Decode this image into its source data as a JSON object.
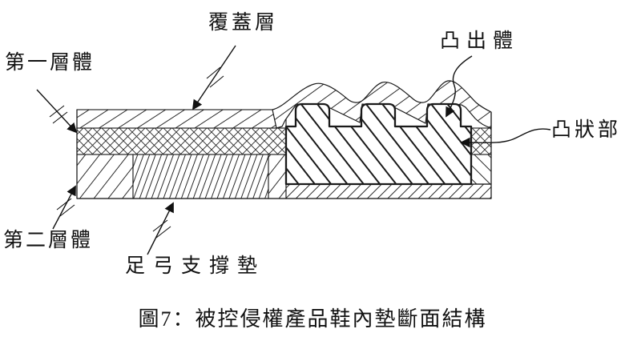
{
  "diagram": {
    "title_caption": "圖7：被控侵權產品鞋內墊斷面結構",
    "labels": {
      "cover_layer": "覆蓋層",
      "first_layer": "第一層體",
      "protrusion_body": "凸出體",
      "convex_portion": "凸狀部",
      "second_layer": "第二層體",
      "arch_support_pad": "足弓支撐墊"
    },
    "colors": {
      "line": "#1a1a1a",
      "hatch": "#2a2a2a",
      "background": "#ffffff"
    }
  }
}
